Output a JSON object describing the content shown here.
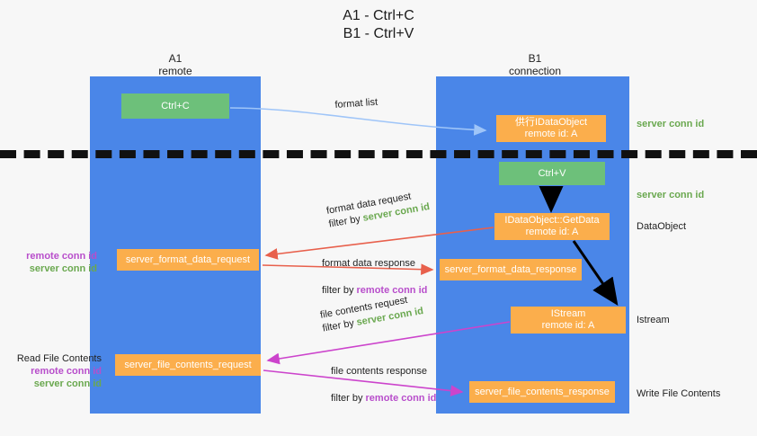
{
  "title": {
    "line1": "A1 - Ctrl+C",
    "line2": "B1 - Ctrl+V"
  },
  "columns": {
    "left": {
      "name": "A1",
      "role": "remote",
      "header": "A1\nremote"
    },
    "right": {
      "name": "B1",
      "role": "connection",
      "header": "B1\nconnection"
    }
  },
  "boxes": {
    "ctrl_c": {
      "label": "Ctrl+C",
      "color": "#6dc07a"
    },
    "idataobject": {
      "label": "供行IDataObject\nremote id: A",
      "color": "#fbae4c"
    },
    "ctrl_v": {
      "label": "Ctrl+V",
      "color": "#6dc07a"
    },
    "getdata": {
      "label": "IDataObject::GetData\nremote id: A",
      "color": "#fbae4c"
    },
    "format_data_request": {
      "label": "server_format_data_request",
      "color": "#fbae4c"
    },
    "format_data_response": {
      "label": "server_format_data_response",
      "color": "#fbae4c"
    },
    "istream": {
      "label": "IStream\nremote id: A",
      "color": "#fbae4c"
    },
    "file_contents_request": {
      "label": "server_file_contents_request",
      "color": "#fbae4c"
    },
    "file_contents_response": {
      "label": "server_file_contents_response",
      "color": "#fbae4c"
    }
  },
  "edge_labels": {
    "format_list": "format list",
    "format_data_request": {
      "line1": "format data request",
      "prefix": "filter by ",
      "token": "server conn id"
    },
    "format_data_response": {
      "line1": "format data response",
      "prefix": "filter by ",
      "token": "remote conn id"
    },
    "file_contents_request": {
      "line1": "file contents request",
      "prefix": "filter by ",
      "token": "server conn id"
    },
    "file_contents_response": {
      "line1": "file contents response",
      "prefix": "filter by ",
      "token": "remote conn id"
    }
  },
  "side_notes": {
    "server_conn_id_top": "server conn id",
    "server_conn_id_mid": "server conn id",
    "dataobject": "DataObject",
    "istream": "Istream",
    "write_file_contents": "Write File Contents",
    "read_file_contents": "Read File Contents",
    "remote_conn_id": "remote conn id",
    "server_conn_id": "server conn id"
  },
  "colors": {
    "lane": "#4a86e8",
    "green_box": "#6dc07a",
    "orange_box": "#fbae4c",
    "green_text": "#6aa84f",
    "purple_text": "#b84ecb",
    "red_arrow": "#e8604c",
    "blue_arrow": "#9fc5f8",
    "magenta_arrow": "#cc44cc",
    "black_arrow": "#000000",
    "background": "#f7f7f7"
  }
}
